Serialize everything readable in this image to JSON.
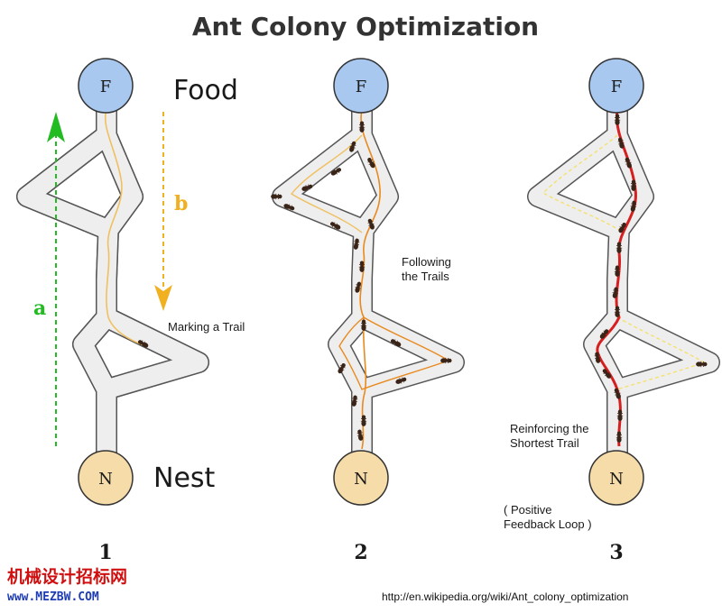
{
  "title": "Ant Colony Optimization",
  "node_food_letter": "F",
  "node_nest_letter": "N",
  "panel1": {
    "food_label": "Food",
    "nest_label": "Nest",
    "arrow_a": "a",
    "arrow_b": "b",
    "caption": "Marking a Trail",
    "number": "1"
  },
  "panel2": {
    "caption_line1": "Following",
    "caption_line2": "the Trails",
    "number": "2"
  },
  "panel3": {
    "caption_line1": "Reinforcing the",
    "caption_line2": "Shortest Trail",
    "caption2_line1": "( Positive",
    "caption2_line2": "Feedback Loop )",
    "number": "3"
  },
  "watermark": {
    "chinese": "机械设计招标网",
    "url": "www.MEZBW.COM"
  },
  "source_url": "http://en.wikipedia.org/wiki/Ant_colony_optimization",
  "colors": {
    "node_food": "#a8c8f0",
    "node_nest": "#f5dca8",
    "path_fill": "#eeeeee",
    "trail": "#f0a030",
    "trail_dashed": "#f5e070",
    "trail_strong": "#d62020",
    "arrow_a": "#22bb22",
    "arrow_b": "#f0b020",
    "ant": "#3a2418"
  }
}
